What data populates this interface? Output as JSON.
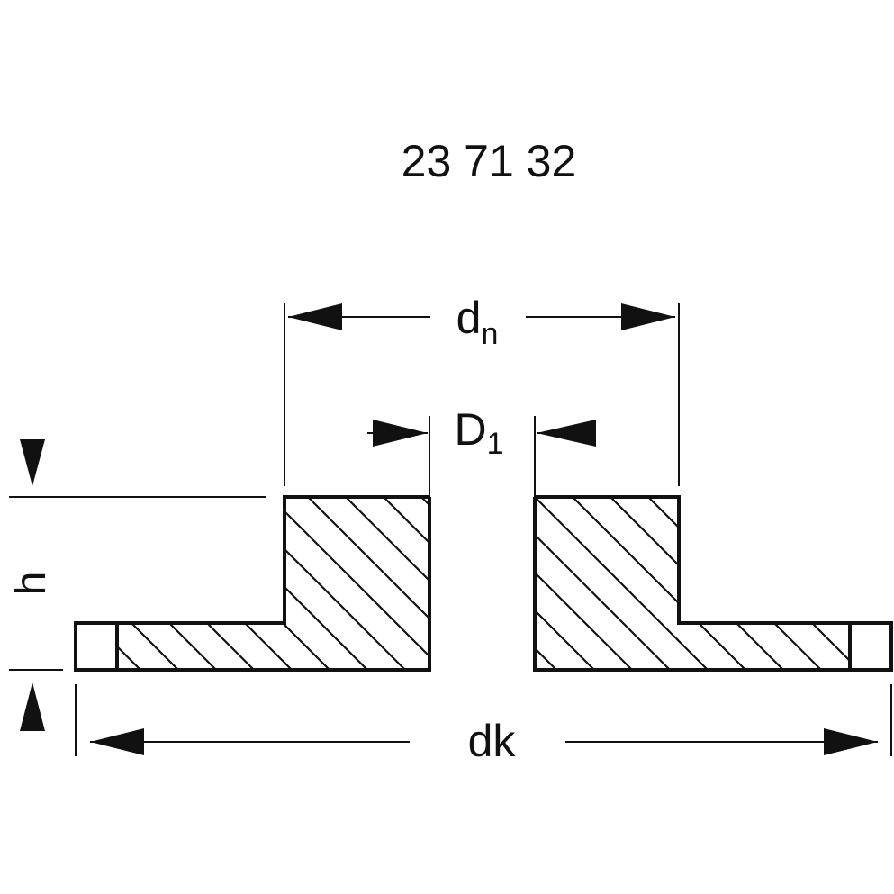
{
  "part_number": "23 71 32",
  "labels": {
    "dn_main": "d",
    "dn_sub": "n",
    "D1_main": "D",
    "D1_sub": "1",
    "h": "h",
    "dk": "dk"
  },
  "colors": {
    "line": "#111111",
    "background": "#ffffff"
  }
}
